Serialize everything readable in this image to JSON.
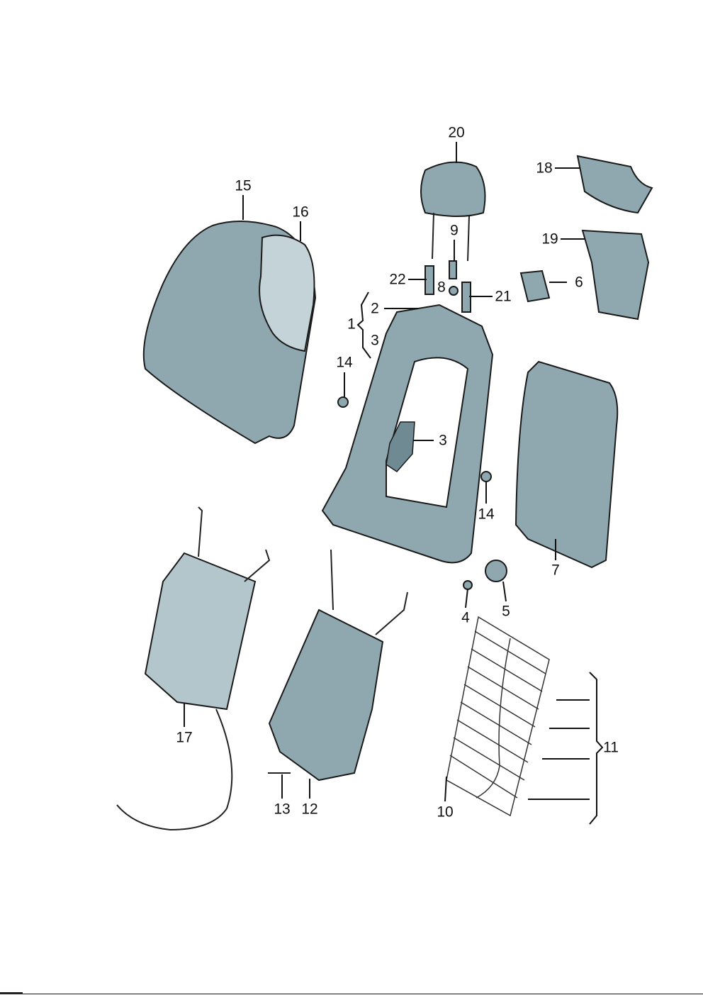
{
  "diagram": {
    "title": "Seat backrest exploded parts view",
    "part_color": "#8fa8b0",
    "callouts": [
      {
        "id": "c20",
        "text": "20"
      },
      {
        "id": "c18",
        "text": "18"
      },
      {
        "id": "c15",
        "text": "15"
      },
      {
        "id": "c16",
        "text": "16"
      },
      {
        "id": "c9",
        "text": "9"
      },
      {
        "id": "c19",
        "text": "19"
      },
      {
        "id": "c22",
        "text": "22"
      },
      {
        "id": "c8",
        "text": "8"
      },
      {
        "id": "c6",
        "text": "6"
      },
      {
        "id": "c21",
        "text": "21"
      },
      {
        "id": "c2",
        "text": "2"
      },
      {
        "id": "c1",
        "text": "1"
      },
      {
        "id": "c3a",
        "text": "3"
      },
      {
        "id": "c14a",
        "text": "14"
      },
      {
        "id": "c3b",
        "text": "3"
      },
      {
        "id": "c14b",
        "text": "14"
      },
      {
        "id": "c7",
        "text": "7"
      },
      {
        "id": "c5",
        "text": "5"
      },
      {
        "id": "c4",
        "text": "4"
      },
      {
        "id": "c17",
        "text": "17"
      },
      {
        "id": "c11",
        "text": "11"
      },
      {
        "id": "c13",
        "text": "13"
      },
      {
        "id": "c12",
        "text": "12"
      },
      {
        "id": "c10",
        "text": "10"
      }
    ]
  }
}
